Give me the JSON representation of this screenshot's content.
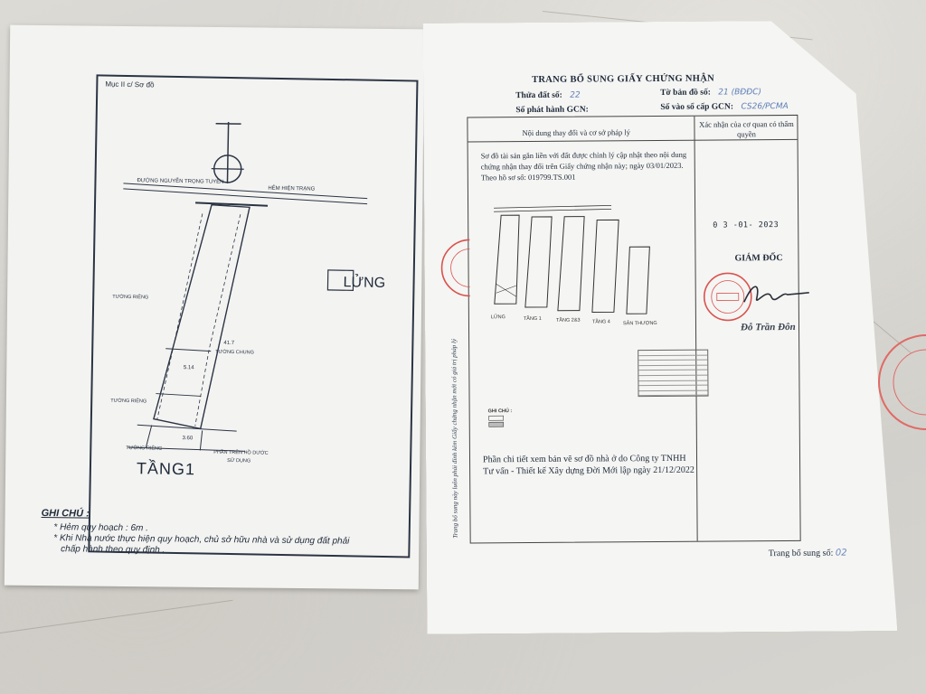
{
  "left_sheet": {
    "caption": "Mục II c/ Sơ đồ",
    "drawing_labels": {
      "floor": "TẦNG1",
      "mezzanine": "LỬNG"
    },
    "notes_title": "GHI CHÚ :",
    "notes": [
      "* Hẻm quy hoạch : 6m .",
      "* Khi Nhà nước thực hiện quy hoạch, chủ sở hữu nhà và sử dụng đất phải",
      "chấp hành theo quy định ."
    ]
  },
  "right_sheet": {
    "title": "TRANG BỔ SUNG GIẤY CHỨNG NHẬN",
    "fields": {
      "parcel_label": "Thửa đất số:",
      "parcel_value": "22",
      "map_sheet_label": "Tờ bản đồ số:",
      "map_sheet_value": "21 (BĐĐC)",
      "gcn_issue_label": "Số phát hành GCN:",
      "register_label": "Số vào sổ cấp GCN:",
      "register_value": "CS26/PCMA"
    },
    "table_headers": {
      "changes": "Nội dung thay đổi và cơ sở pháp lý",
      "confirmation": "Xác nhận của cơ quan có thẩm quyền"
    },
    "paragraph_1": "Sơ đồ tài sản gắn liền với đất được chỉnh lý cập nhật theo nội dung chứng nhận thay đổi trên Giấy chứng nhận này; ngày 03/01/2023. Theo hồ sơ số: 019799.TS.001",
    "paragraph_2": "Phần chi tiết xem bản vẽ sơ đồ nhà ở do Công ty TNHH Tư vấn - Thiết kế Xây dựng Đời Mới lập ngày 21/12/2022",
    "date_stamp": "0 3 -01- 2023",
    "director_title": "GIÁM ĐỐC",
    "director_name": "Đỗ Trần Đôn",
    "mini_plan_labels": [
      "LỬNG",
      "TẦNG 1",
      "TẦNG 2&3",
      "TẦNG 4",
      "SÂN THƯỢNG"
    ],
    "legend_title": "GHI CHÚ :",
    "side_text": "Trang bổ sung này luôn phải đính kèm Giấy chứng nhận mới có giá trị pháp lý",
    "footer_label": "Trang bổ sung số:",
    "footer_value": "02"
  },
  "colors": {
    "ink": "#1f2a3a",
    "stamp_red": "#d9534f",
    "handwriting_blue": "#5f7fb8",
    "paper": "#f4f4f2"
  }
}
